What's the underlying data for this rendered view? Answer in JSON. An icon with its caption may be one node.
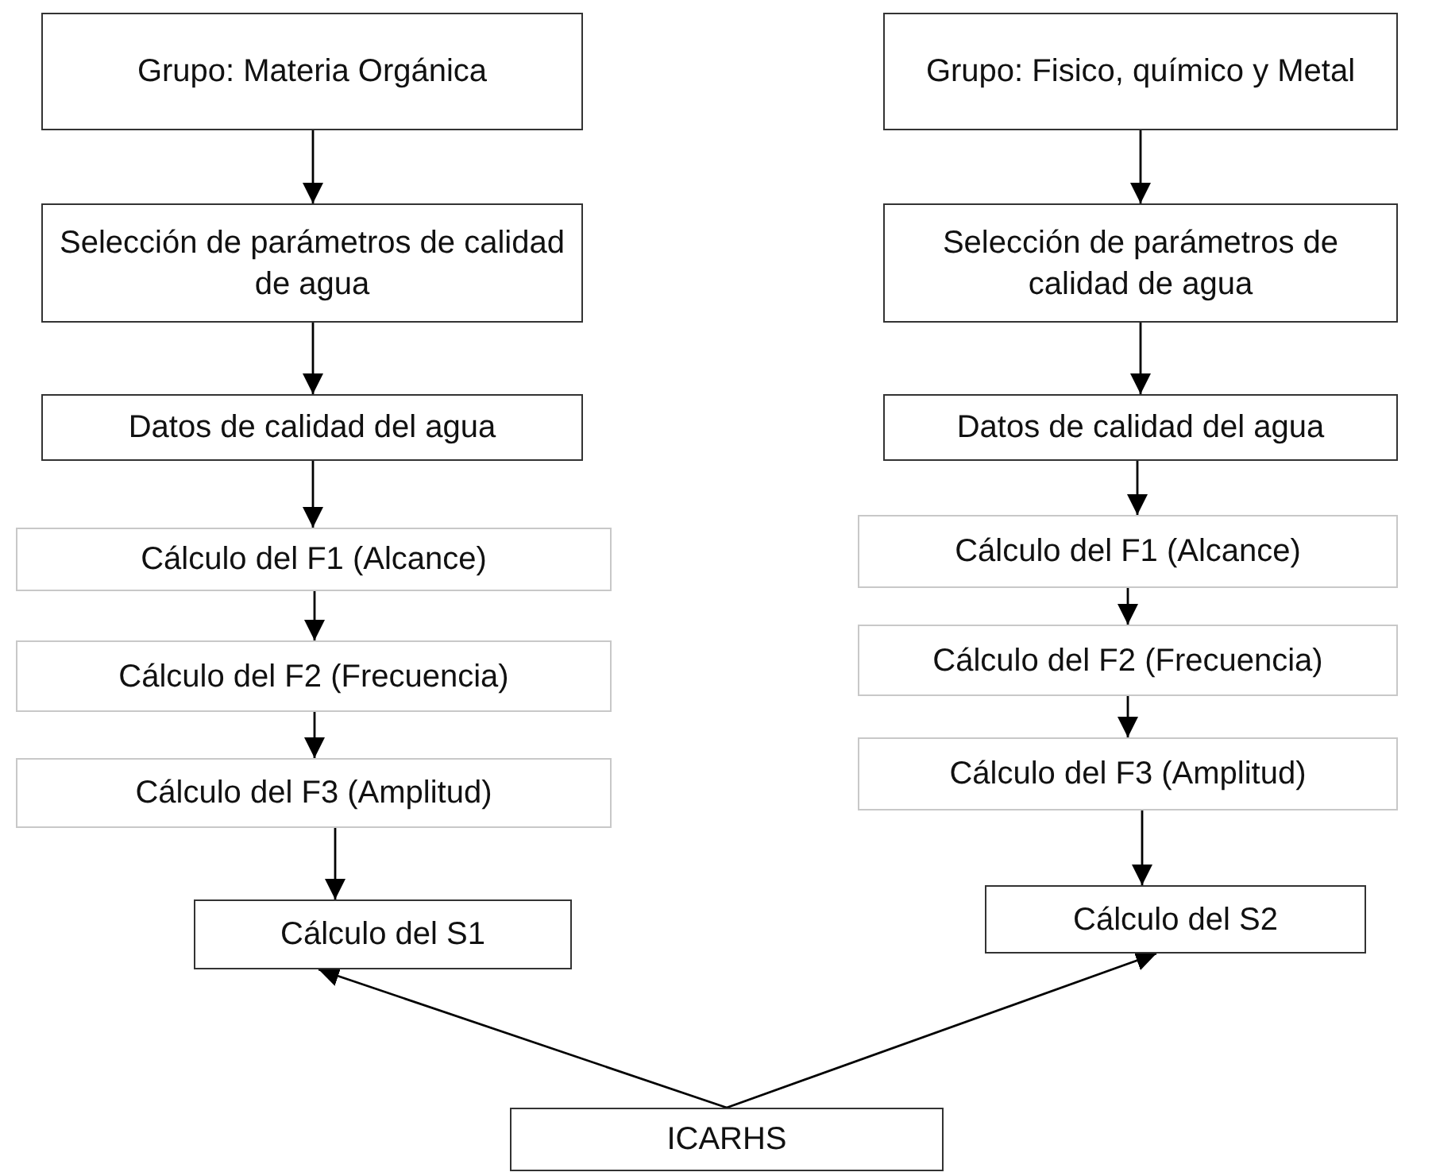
{
  "diagram": {
    "nodes": [
      {
        "text": [
          "Grupo: Materia Orgánica"
        ]
      },
      {
        "text": [
          "Selección de parámetros de calidad de agua"
        ]
      },
      {
        "text": [
          "Datos de calidad del agua"
        ]
      },
      {
        "text": [
          "Cálculo del F1 (Alcance)"
        ]
      },
      {
        "text": [
          "Cálculo del F2 (Frecuencia)"
        ]
      },
      {
        "text": [
          "Cálculo del F3 (Amplitud)"
        ]
      },
      {
        "text": [
          "Cálculo del S1"
        ]
      },
      {
        "text": [
          "Grupo: Fisico, químico y Metal"
        ]
      },
      {
        "text": [
          "Selección de parámetros de calidad de agua"
        ]
      },
      {
        "text": [
          "Datos de calidad del agua"
        ]
      },
      {
        "text": [
          "Cálculo del F1 (Alcance)"
        ]
      },
      {
        "text": [
          "Cálculo del F2 (Frecuencia)"
        ]
      },
      {
        "text": [
          "Cálculo del F3 (Amplitud)"
        ]
      },
      {
        "text": [
          "Cálculo del S2"
        ]
      },
      {
        "text": [
          "ICARHS"
        ]
      }
    ],
    "edges": [
      {
        "from": 0,
        "to": 1,
        "arrow": "to"
      },
      {
        "from": 1,
        "to": 2,
        "arrow": "to"
      },
      {
        "from": 2,
        "to": 3,
        "arrow": "to"
      },
      {
        "from": 3,
        "to": 4,
        "arrow": "to"
      },
      {
        "from": 4,
        "to": 5,
        "arrow": "to"
      },
      {
        "from": 5,
        "to": 6,
        "arrow": "to"
      },
      {
        "from": 7,
        "to": 8,
        "arrow": "to"
      },
      {
        "from": 8,
        "to": 9,
        "arrow": "to"
      },
      {
        "from": 9,
        "to": 10,
        "arrow": "to"
      },
      {
        "from": 10,
        "to": 11,
        "arrow": "to"
      },
      {
        "from": 11,
        "to": 12,
        "arrow": "to"
      },
      {
        "from": 12,
        "to": 13,
        "arrow": "to"
      },
      {
        "from": 14,
        "to": 6,
        "arrow": "to"
      },
      {
        "from": 14,
        "to": 13,
        "arrow": "to"
      }
    ]
  }
}
